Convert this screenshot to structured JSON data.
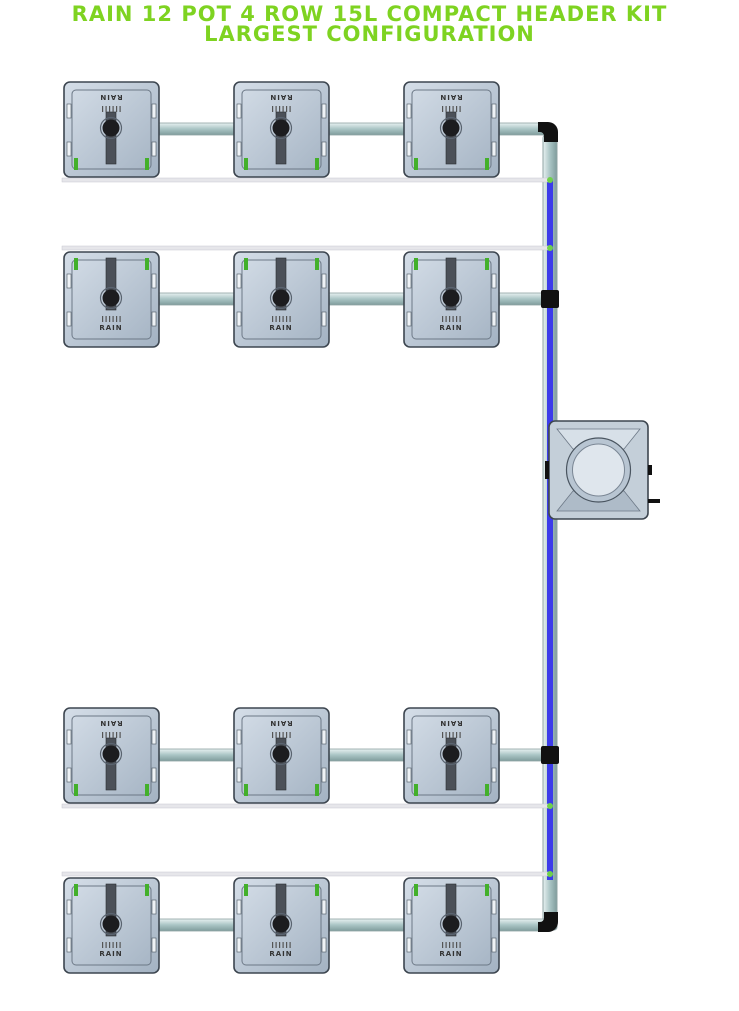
{
  "title": {
    "line1": "RAIN 12 POT 4 ROW 15L COMPACT HEADER KIT",
    "line2": "LARGEST CONFIGURATION"
  },
  "pot_brand": "RAIN",
  "colors": {
    "title": "#7ed321",
    "main_line": "#3b3bea",
    "pipe": "#a9c4c4",
    "pot_body": "#b4c2d0",
    "drip_line": "#e6e6ea",
    "elbow": "#111111"
  },
  "rows": [
    {
      "pots": 3,
      "label_orientation": "top-flipped"
    },
    {
      "pots": 3,
      "label_orientation": "bottom"
    },
    {
      "pots": 3,
      "label_orientation": "top-flipped"
    },
    {
      "pots": 3,
      "label_orientation": "bottom"
    }
  ]
}
